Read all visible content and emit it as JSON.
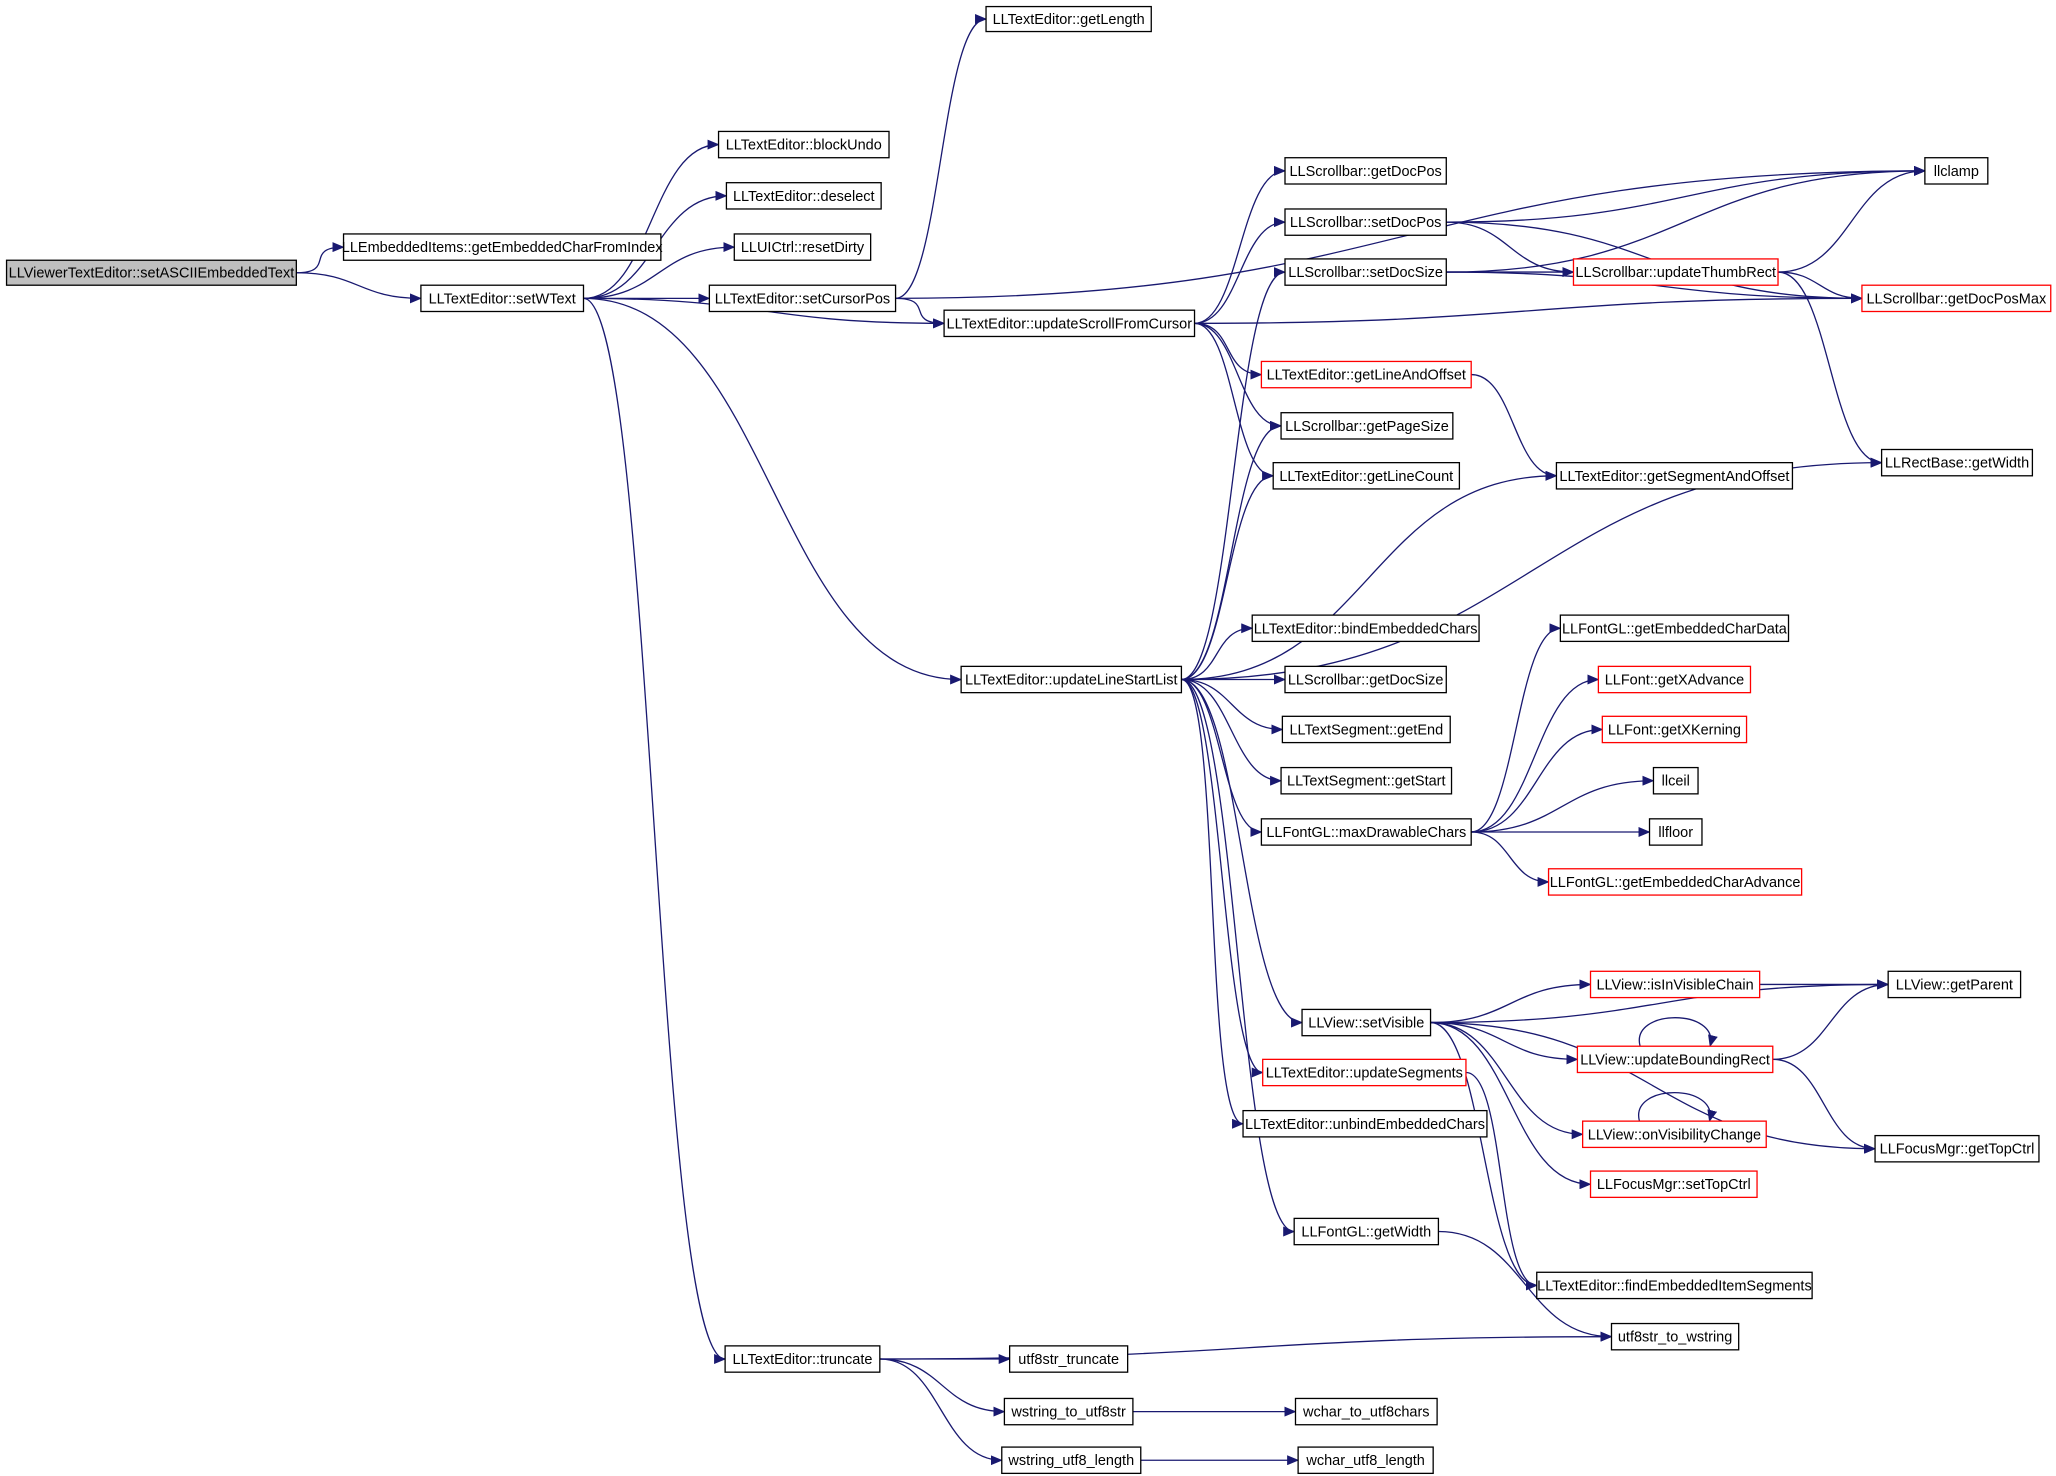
{
  "graph": {
    "edge_color": "#191970",
    "node_border": "#000000",
    "truncated_node_border": "#ff0000",
    "root_fill": "#bfbfbf",
    "nodes": [
      {
        "id": "root",
        "label": "LLViewerTextEditor::setASCIIEmbeddedText",
        "style": "root"
      },
      {
        "id": "getEmbeddedCharFromIndex",
        "label": "LLEmbeddedItems::getEmbeddedCharFromIndex",
        "style": "normal"
      },
      {
        "id": "setWText",
        "label": "LLTextEditor::setWText",
        "style": "normal"
      },
      {
        "id": "getLength",
        "label": "LLTextEditor::getLength",
        "style": "normal"
      },
      {
        "id": "blockUndo",
        "label": "LLTextEditor::blockUndo",
        "style": "normal"
      },
      {
        "id": "deselect",
        "label": "LLTextEditor::deselect",
        "style": "normal"
      },
      {
        "id": "resetDirty",
        "label": "LLUICtrl::resetDirty",
        "style": "normal"
      },
      {
        "id": "setCursorPos",
        "label": "LLTextEditor::setCursorPos",
        "style": "normal"
      },
      {
        "id": "updateScrollFromCursor",
        "label": "LLTextEditor::updateScrollFromCursor",
        "style": "normal"
      },
      {
        "id": "getDocPos",
        "label": "LLScrollbar::getDocPos",
        "style": "normal"
      },
      {
        "id": "setDocPos",
        "label": "LLScrollbar::setDocPos",
        "style": "normal"
      },
      {
        "id": "setDocSize",
        "label": "LLScrollbar::setDocSize",
        "style": "normal"
      },
      {
        "id": "llclamp",
        "label": "llclamp",
        "style": "normal"
      },
      {
        "id": "updateThumbRect",
        "label": "LLScrollbar::updateThumbRect",
        "style": "truncated"
      },
      {
        "id": "getDocPosMax",
        "label": "LLScrollbar::getDocPosMax",
        "style": "truncated"
      },
      {
        "id": "getLineAndOffset",
        "label": "LLTextEditor::getLineAndOffset",
        "style": "truncated"
      },
      {
        "id": "getPageSize",
        "label": "LLScrollbar::getPageSize",
        "style": "normal"
      },
      {
        "id": "getLineCount",
        "label": "LLTextEditor::getLineCount",
        "style": "normal"
      },
      {
        "id": "getSegmentAndOffset",
        "label": "LLTextEditor::getSegmentAndOffset",
        "style": "normal"
      },
      {
        "id": "rectGetWidth",
        "label": "LLRectBase::getWidth",
        "style": "normal"
      },
      {
        "id": "updateLineStartList",
        "label": "LLTextEditor::updateLineStartList",
        "style": "normal"
      },
      {
        "id": "bindEmbeddedChars",
        "label": "LLTextEditor::bindEmbeddedChars",
        "style": "normal"
      },
      {
        "id": "getDocSize",
        "label": "LLScrollbar::getDocSize",
        "style": "normal"
      },
      {
        "id": "segGetEnd",
        "label": "LLTextSegment::getEnd",
        "style": "normal"
      },
      {
        "id": "segGetStart",
        "label": "LLTextSegment::getStart",
        "style": "normal"
      },
      {
        "id": "maxDrawableChars",
        "label": "LLFontGL::maxDrawableChars",
        "style": "normal"
      },
      {
        "id": "getEmbeddedCharData",
        "label": "LLFontGL::getEmbeddedCharData",
        "style": "normal"
      },
      {
        "id": "getXAdvance",
        "label": "LLFont::getXAdvance",
        "style": "truncated"
      },
      {
        "id": "getXKerning",
        "label": "LLFont::getXKerning",
        "style": "truncated"
      },
      {
        "id": "llceil",
        "label": "llceil",
        "style": "normal"
      },
      {
        "id": "llfloor",
        "label": "llfloor",
        "style": "normal"
      },
      {
        "id": "getEmbeddedCharAdvance",
        "label": "LLFontGL::getEmbeddedCharAdvance",
        "style": "truncated"
      },
      {
        "id": "setVisible",
        "label": "LLView::setVisible",
        "style": "normal"
      },
      {
        "id": "isInVisibleChain",
        "label": "LLView::isInVisibleChain",
        "style": "truncated"
      },
      {
        "id": "getParent",
        "label": "LLView::getParent",
        "style": "normal"
      },
      {
        "id": "updateBoundingRect",
        "label": "LLView::updateBoundingRect",
        "style": "truncated"
      },
      {
        "id": "onVisibilityChange",
        "label": "LLView::onVisibilityChange",
        "style": "truncated"
      },
      {
        "id": "getTopCtrl",
        "label": "LLFocusMgr::getTopCtrl",
        "style": "normal"
      },
      {
        "id": "setTopCtrl",
        "label": "LLFocusMgr::setTopCtrl",
        "style": "truncated"
      },
      {
        "id": "updateSegments",
        "label": "LLTextEditor::updateSegments",
        "style": "truncated"
      },
      {
        "id": "unbindEmbeddedChars",
        "label": "LLTextEditor::unbindEmbeddedChars",
        "style": "normal"
      },
      {
        "id": "findEmbeddedItemSegments",
        "label": "LLTextEditor::findEmbeddedItemSegments",
        "style": "normal"
      },
      {
        "id": "fontGetWidth",
        "label": "LLFontGL::getWidth",
        "style": "normal"
      },
      {
        "id": "utf8str_to_wstring",
        "label": "utf8str_to_wstring",
        "style": "normal"
      },
      {
        "id": "truncate",
        "label": "LLTextEditor::truncate",
        "style": "normal"
      },
      {
        "id": "utf8str_truncate",
        "label": "utf8str_truncate",
        "style": "normal"
      },
      {
        "id": "wstring_to_utf8str",
        "label": "wstring_to_utf8str",
        "style": "normal"
      },
      {
        "id": "wchar_to_utf8chars",
        "label": "wchar_to_utf8chars",
        "style": "normal"
      },
      {
        "id": "wstring_utf8_length",
        "label": "wstring_utf8_length",
        "style": "normal"
      },
      {
        "id": "wchar_utf8_length",
        "label": "wchar_utf8_length",
        "style": "normal"
      }
    ],
    "edges": [
      [
        "root",
        "getEmbeddedCharFromIndex"
      ],
      [
        "root",
        "setWText"
      ],
      [
        "setWText",
        "blockUndo"
      ],
      [
        "setWText",
        "deselect"
      ],
      [
        "setWText",
        "resetDirty"
      ],
      [
        "setWText",
        "setCursorPos"
      ],
      [
        "setWText",
        "updateScrollFromCursor"
      ],
      [
        "setWText",
        "updateLineStartList"
      ],
      [
        "setWText",
        "truncate"
      ],
      [
        "setCursorPos",
        "getLength"
      ],
      [
        "setCursorPos",
        "updateScrollFromCursor"
      ],
      [
        "setCursorPos",
        "llclamp"
      ],
      [
        "updateScrollFromCursor",
        "getDocPos"
      ],
      [
        "updateScrollFromCursor",
        "setDocPos"
      ],
      [
        "updateScrollFromCursor",
        "getDocPosMax"
      ],
      [
        "updateScrollFromCursor",
        "getLineAndOffset"
      ],
      [
        "updateScrollFromCursor",
        "getPageSize"
      ],
      [
        "updateScrollFromCursor",
        "getLineCount"
      ],
      [
        "setDocPos",
        "llclamp"
      ],
      [
        "setDocPos",
        "updateThumbRect"
      ],
      [
        "setDocPos",
        "getDocPosMax"
      ],
      [
        "setDocSize",
        "llclamp"
      ],
      [
        "setDocSize",
        "updateThumbRect"
      ],
      [
        "setDocSize",
        "getDocPosMax"
      ],
      [
        "updateThumbRect",
        "llclamp"
      ],
      [
        "updateThumbRect",
        "getDocPosMax"
      ],
      [
        "updateThumbRect",
        "rectGetWidth"
      ],
      [
        "getLineAndOffset",
        "getSegmentAndOffset"
      ],
      [
        "updateLineStartList",
        "setDocSize"
      ],
      [
        "updateLineStartList",
        "getPageSize"
      ],
      [
        "updateLineStartList",
        "getLineCount"
      ],
      [
        "updateLineStartList",
        "getSegmentAndOffset"
      ],
      [
        "updateLineStartList",
        "rectGetWidth"
      ],
      [
        "updateLineStartList",
        "bindEmbeddedChars"
      ],
      [
        "updateLineStartList",
        "getDocSize"
      ],
      [
        "updateLineStartList",
        "segGetEnd"
      ],
      [
        "updateLineStartList",
        "segGetStart"
      ],
      [
        "updateLineStartList",
        "maxDrawableChars"
      ],
      [
        "updateLineStartList",
        "setVisible"
      ],
      [
        "updateLineStartList",
        "updateSegments"
      ],
      [
        "updateLineStartList",
        "unbindEmbeddedChars"
      ],
      [
        "updateLineStartList",
        "fontGetWidth"
      ],
      [
        "maxDrawableChars",
        "getEmbeddedCharData"
      ],
      [
        "maxDrawableChars",
        "getXAdvance"
      ],
      [
        "maxDrawableChars",
        "getXKerning"
      ],
      [
        "maxDrawableChars",
        "llceil"
      ],
      [
        "maxDrawableChars",
        "llfloor"
      ],
      [
        "maxDrawableChars",
        "getEmbeddedCharAdvance"
      ],
      [
        "setVisible",
        "getParent"
      ],
      [
        "setVisible",
        "isInVisibleChain"
      ],
      [
        "setVisible",
        "updateBoundingRect"
      ],
      [
        "setVisible",
        "onVisibilityChange"
      ],
      [
        "setVisible",
        "setTopCtrl"
      ],
      [
        "setVisible",
        "getTopCtrl"
      ],
      [
        "setVisible",
        "findEmbeddedItemSegments"
      ],
      [
        "isInVisibleChain",
        "getParent"
      ],
      [
        "updateBoundingRect",
        "getParent"
      ],
      [
        "updateBoundingRect",
        "updateBoundingRect"
      ],
      [
        "updateBoundingRect",
        "getTopCtrl"
      ],
      [
        "onVisibilityChange",
        "onVisibilityChange"
      ],
      [
        "updateSegments",
        "findEmbeddedItemSegments"
      ],
      [
        "fontGetWidth",
        "utf8str_to_wstring"
      ],
      [
        "truncate",
        "utf8str_to_wstring"
      ],
      [
        "truncate",
        "utf8str_truncate"
      ],
      [
        "truncate",
        "wstring_to_utf8str"
      ],
      [
        "truncate",
        "wstring_utf8_length"
      ],
      [
        "wstring_to_utf8str",
        "wchar_to_utf8chars"
      ],
      [
        "wstring_utf8_length",
        "wchar_utf8_length"
      ]
    ]
  }
}
